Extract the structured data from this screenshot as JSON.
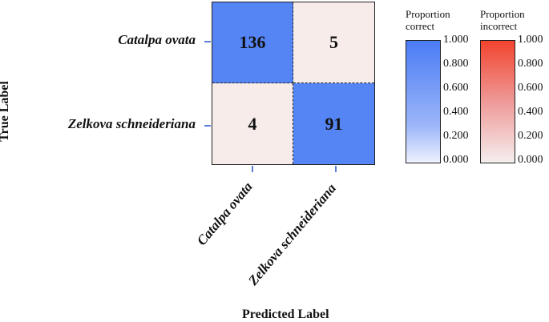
{
  "chart_data": {
    "type": "heatmap",
    "title": "",
    "xlabel": "Predicted Label",
    "ylabel": "True Label",
    "row_labels": [
      "Catalpa ovata",
      "Zelkova schneideriana"
    ],
    "col_labels": [
      "Catalpa ovata",
      "Zelkova schneideriana"
    ],
    "matrix": [
      [
        136,
        5
      ],
      [
        4,
        91
      ]
    ],
    "cells": [
      {
        "row": 0,
        "col": 0,
        "value": "136",
        "color": "#5585f5"
      },
      {
        "row": 0,
        "col": 1,
        "value": "5",
        "color": "#f7ecea"
      },
      {
        "row": 1,
        "col": 0,
        "value": "4",
        "color": "#f7ecea"
      },
      {
        "row": 1,
        "col": 1,
        "value": "91",
        "color": "#5585f5"
      }
    ],
    "colorbars": [
      {
        "title_line1": "Proportion",
        "title_line2": "correct",
        "range": [
          0,
          1
        ],
        "ticks": [
          "1.000",
          "0.800",
          "0.600",
          "0.400",
          "0.200",
          "0.000"
        ],
        "color_max": "#4a7cf5",
        "color_min": "#eef2fe"
      },
      {
        "title_line1": "Proportion",
        "title_line2": "incorrect",
        "range": [
          0,
          1
        ],
        "ticks": [
          "1.000",
          "0.800",
          "0.600",
          "0.400",
          "0.200",
          "0.000"
        ],
        "color_max": "#f2432e",
        "color_min": "#f5eeee"
      }
    ]
  }
}
